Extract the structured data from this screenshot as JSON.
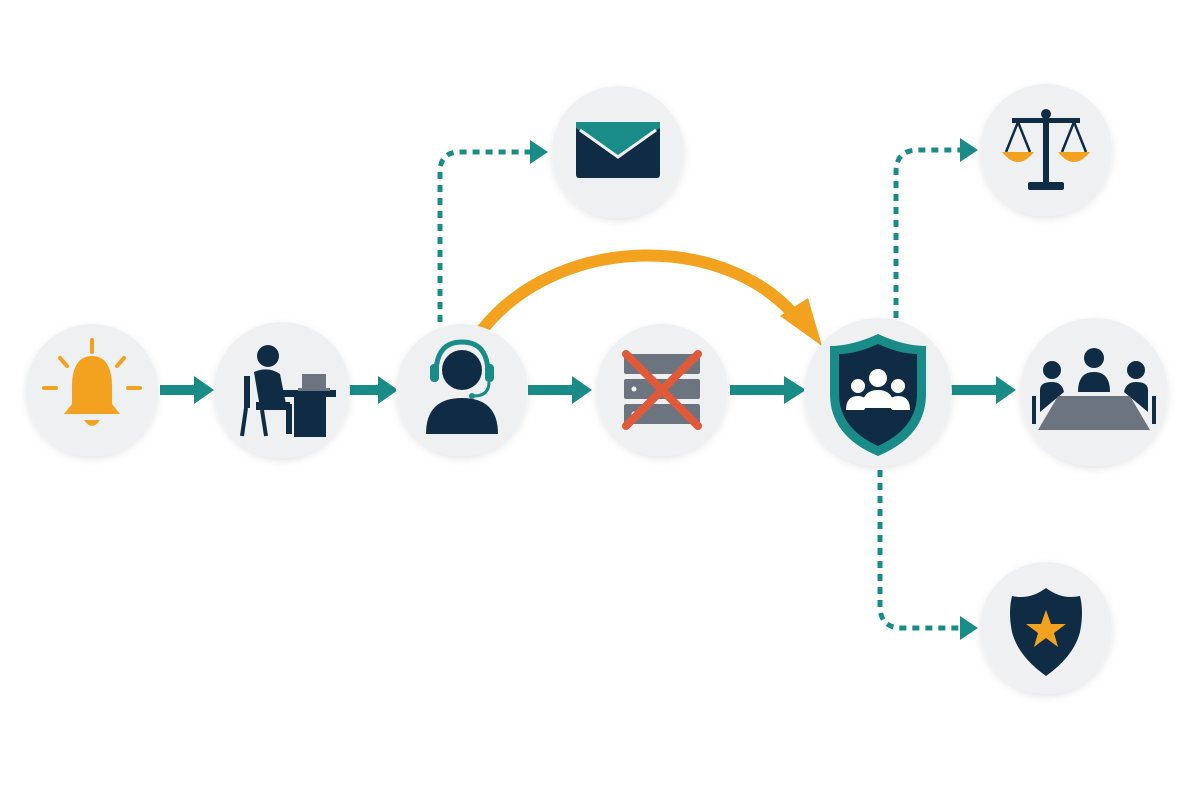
{
  "colors": {
    "teal": "#1a8c87",
    "orange": "#f2a21e",
    "navy": "#102c45",
    "gray": "#6c7480",
    "red": "#e05a3a",
    "node_bg": "#eef0f2"
  },
  "nodes": [
    {
      "id": "alert",
      "icon": "bell-icon"
    },
    {
      "id": "responder",
      "icon": "person-at-desk-icon"
    },
    {
      "id": "agent",
      "icon": "headset-agent-icon"
    },
    {
      "id": "server-down",
      "icon": "server-failure-icon"
    },
    {
      "id": "security-team",
      "icon": "shield-team-icon"
    },
    {
      "id": "meeting",
      "icon": "conference-table-icon"
    },
    {
      "id": "email",
      "icon": "envelope-icon"
    },
    {
      "id": "legal",
      "icon": "scales-of-justice-icon"
    },
    {
      "id": "law-enforcement",
      "icon": "police-badge-icon"
    }
  ],
  "flows": [
    {
      "from": "alert",
      "to": "responder",
      "style": "solid"
    },
    {
      "from": "responder",
      "to": "agent",
      "style": "solid"
    },
    {
      "from": "agent",
      "to": "server-down",
      "style": "solid"
    },
    {
      "from": "server-down",
      "to": "security-team",
      "style": "solid"
    },
    {
      "from": "security-team",
      "to": "meeting",
      "style": "solid"
    },
    {
      "from": "agent",
      "to": "security-team",
      "style": "curved-escalation"
    },
    {
      "from": "agent",
      "to": "email",
      "style": "dotted"
    },
    {
      "from": "security-team",
      "to": "legal",
      "style": "dotted"
    },
    {
      "from": "security-team",
      "to": "law-enforcement",
      "style": "dotted"
    }
  ]
}
